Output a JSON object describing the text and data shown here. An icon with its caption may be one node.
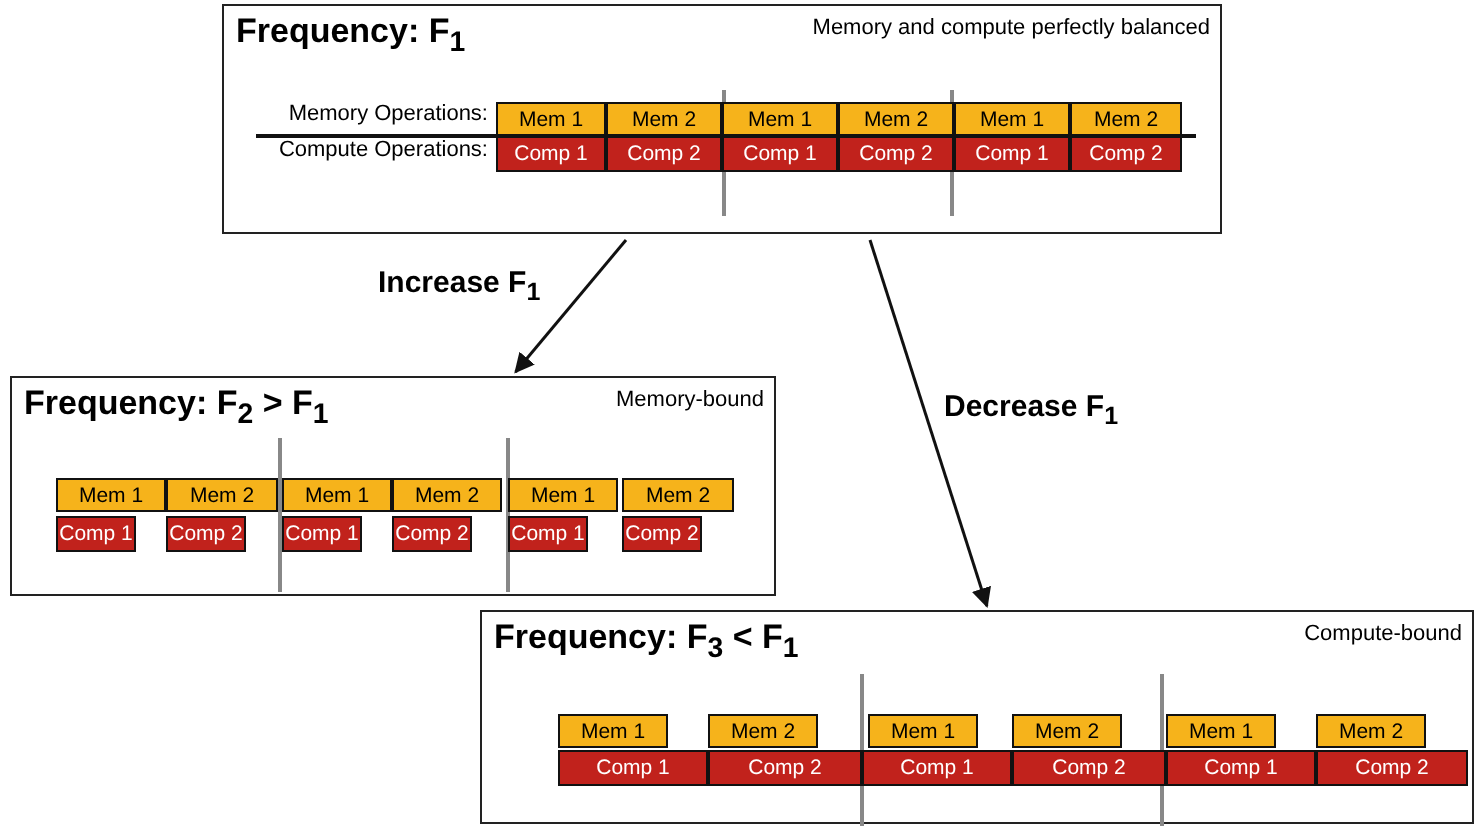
{
  "diagram": {
    "nodes": [
      {
        "text": [
          "Frequency: F$_{1}$",
          "Memory and compute perfectly balanced"
        ]
      },
      {
        "text": [
          "Mem 1"
        ],
        "in": 0
      },
      {
        "text": [
          "Mem 2"
        ],
        "in": 0
      },
      {
        "text": [
          "Mem 1"
        ],
        "in": 0
      },
      {
        "text": [
          "Mem 2"
        ],
        "in": 0
      },
      {
        "text": [
          "Mem 1"
        ],
        "in": 0
      },
      {
        "text": [
          "Mem 2"
        ],
        "in": 0
      },
      {
        "text": [
          "Comp 1"
        ],
        "in": 0
      },
      {
        "text": [
          "Comp 2"
        ],
        "in": 0
      },
      {
        "text": [
          "Comp 1"
        ],
        "in": 0
      },
      {
        "text": [
          "Comp 2"
        ],
        "in": 0
      },
      {
        "text": [
          "Comp 1"
        ],
        "in": 0
      },
      {
        "text": [
          "Comp 2"
        ],
        "in": 0
      },
      {
        "text": [
          "Frequency: F$_{2}$ > F$_{1}$",
          "Memory-bound"
        ]
      },
      {
        "text": [
          "Mem 1"
        ],
        "in": 13
      },
      {
        "text": [
          "Mem 2"
        ],
        "in": 13
      },
      {
        "text": [
          "Mem 1"
        ],
        "in": 13
      },
      {
        "text": [
          "Mem 2"
        ],
        "in": 13
      },
      {
        "text": [
          "Mem 1"
        ],
        "in": 13
      },
      {
        "text": [
          "Mem 2"
        ],
        "in": 13
      },
      {
        "text": [
          "Comp 1"
        ],
        "in": 13
      },
      {
        "text": [
          "Comp 2"
        ],
        "in": 13
      },
      {
        "text": [
          "Comp 1"
        ],
        "in": 13
      },
      {
        "text": [
          "Comp 2"
        ],
        "in": 13
      },
      {
        "text": [
          "Comp 1"
        ],
        "in": 13
      },
      {
        "text": [
          "Comp 2"
        ],
        "in": 13
      },
      {
        "text": [
          "Frequency: F$_{3}$ < F$_{1}$",
          "Compute-bound"
        ]
      },
      {
        "text": [
          "Mem 1"
        ],
        "in": 26
      },
      {
        "text": [
          "Mem 2"
        ],
        "in": 26
      },
      {
        "text": [
          "Mem 1"
        ],
        "in": 26
      },
      {
        "text": [
          "Mem 2"
        ],
        "in": 26
      },
      {
        "text": [
          "Mem 1"
        ],
        "in": 26
      },
      {
        "text": [
          "Mem 2"
        ],
        "in": 26
      },
      {
        "text": [
          "Comp 1"
        ],
        "in": 26
      },
      {
        "text": [
          "Comp 2"
        ],
        "in": 26
      },
      {
        "text": [
          "Comp 1"
        ],
        "in": 26
      },
      {
        "text": [
          "Comp 2"
        ],
        "in": 26
      },
      {
        "text": [
          "Comp 1"
        ],
        "in": 26
      },
      {
        "text": [
          "Comp 2"
        ],
        "in": 26
      }
    ],
    "edges": [
      {
        "from": 0,
        "to": 13,
        "arrow": "to",
        "label": "Increase F$_{1}$"
      },
      {
        "from": 0,
        "to": 26,
        "arrow": "to",
        "label": "Decrease F$_{1}$"
      }
    ],
    "labels": [
      "Memory Operations:",
      "Compute Operations:"
    ]
  }
}
